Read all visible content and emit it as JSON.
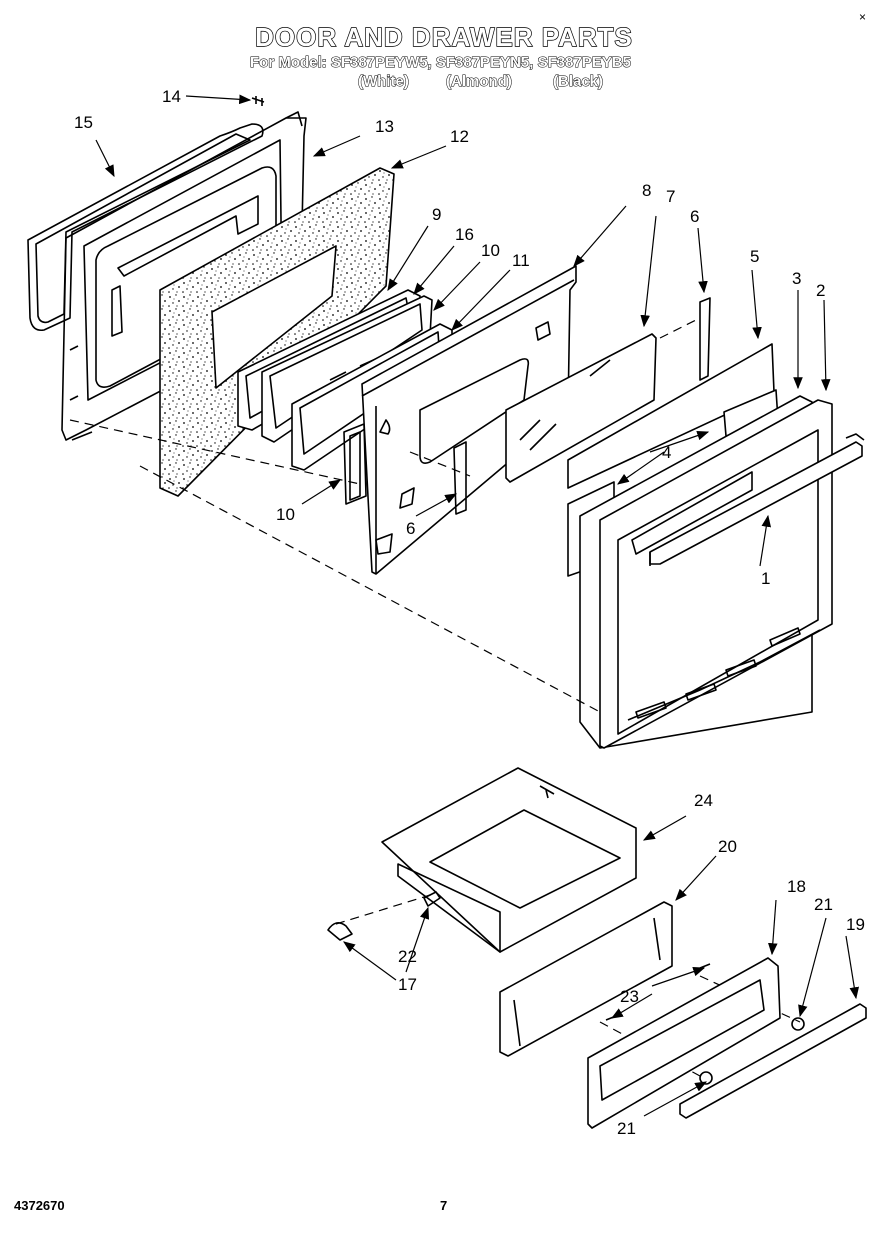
{
  "header": {
    "title": "DOOR AND DRAWER PARTS",
    "models_line": "For Model: SF387PEYW5, SF387PEYN5, SF387PEYB5",
    "variants": [
      "(White)",
      "(Almond)",
      "(Black)"
    ],
    "corner_mark": "×"
  },
  "footer": {
    "doc_number": "4372670",
    "page_number": "7"
  },
  "callouts": {
    "c1": "1",
    "c2": "2",
    "c3": "3",
    "c4": "4",
    "c5": "5",
    "c6a": "6",
    "c6b": "6",
    "c7": "7",
    "c8": "8",
    "c9": "9",
    "c10a": "10",
    "c10b": "10",
    "c11": "11",
    "c12": "12",
    "c13": "13",
    "c14": "14",
    "c15": "15",
    "c16": "16",
    "c17": "17",
    "c18": "18",
    "c19": "19",
    "c20": "20",
    "c21a": "21",
    "c21b": "21",
    "c22": "22",
    "c23": "23",
    "c24": "24"
  }
}
